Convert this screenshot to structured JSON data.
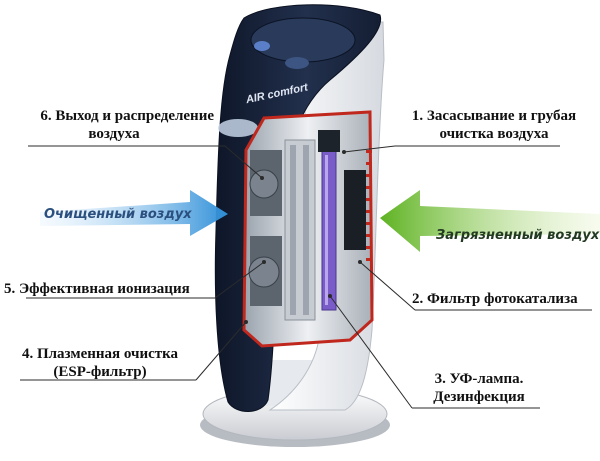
{
  "labels": {
    "l6": {
      "line1": "6. Выход и распределение",
      "line2": "воздуха"
    },
    "l1": {
      "line1": "1. Засасывание и грубая",
      "line2": "очистка воздуха"
    },
    "l5": {
      "line1": "5. Эффективная ионизация"
    },
    "l2": {
      "line1": "2. Фильтр фотокатализа"
    },
    "l4": {
      "line1": "4. Плазменная очистка",
      "line2": "(ESP-фильтр)"
    },
    "l3": {
      "line1": "3. УФ-лампа.",
      "line2": "Дезинфекция"
    }
  },
  "flows": {
    "clean": "Очищенный воздух",
    "dirty": "Загрязненный воздух"
  },
  "logo": {
    "text": "AIR comfort"
  },
  "colors": {
    "housing_dark": "#1b2840",
    "housing_light": "#f2f4f7",
    "clean_arrow": "#3d9ee0",
    "dirty_arrow": "#6bbf2a",
    "inner_frame": "#c0281e",
    "uv_lamp": "#7a5cc9",
    "clean_text": "#2b4f7e",
    "dirty_text": "#233a22"
  }
}
